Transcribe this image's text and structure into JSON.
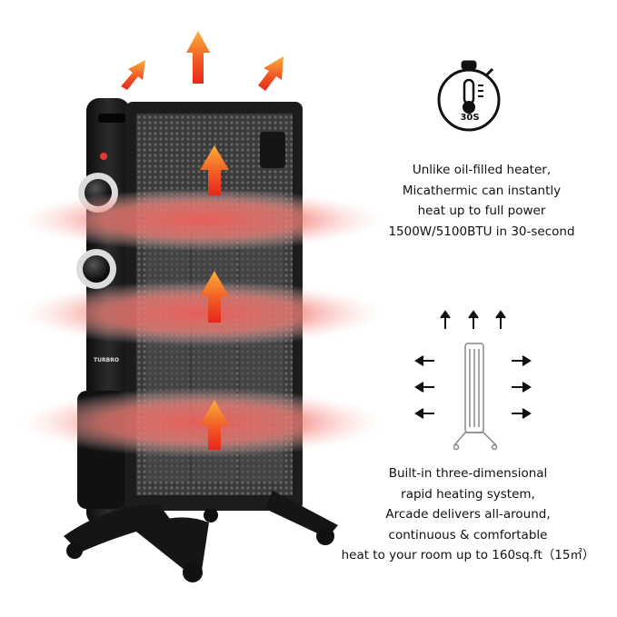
{
  "timer_icon": {
    "icon": "stopwatch-thermometer-icon",
    "label": "30S"
  },
  "heater": {
    "brand": "TURBRO"
  },
  "caption_instant": {
    "lines": [
      "Unlike oil-filled heater,",
      "Micathermic can instantly",
      "heat up to full power",
      "1500W/5100BTU in 30-second"
    ]
  },
  "caption_3d": {
    "lines": [
      "Built-in three-dimensional",
      "rapid heating system,",
      "Arcade delivers all-around,",
      "continuous & comfortable",
      "heat to your room up to 160sq.ft（15㎡）"
    ]
  },
  "colors": {
    "heat_glow": "#f26a5e",
    "arrow_orange": "#f7931e",
    "arrow_red": "#e8261c",
    "heater_body": "#1a1a1a"
  }
}
